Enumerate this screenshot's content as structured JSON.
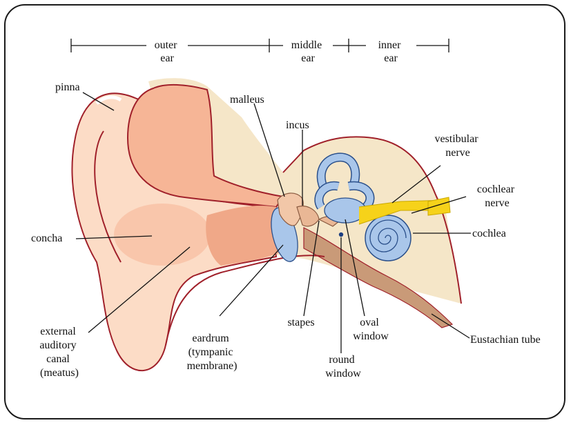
{
  "sections": {
    "outer": [
      "outer",
      "ear"
    ],
    "middle": [
      "middle",
      "ear"
    ],
    "inner": [
      "inner",
      "ear"
    ]
  },
  "labels": {
    "pinna": [
      "pinna"
    ],
    "malleus": [
      "malleus"
    ],
    "incus": [
      "incus"
    ],
    "vestibular_nerve": [
      "vestibular",
      "nerve"
    ],
    "cochlear_nerve": [
      "cochlear",
      "nerve"
    ],
    "cochlea": [
      "cochlea"
    ],
    "concha": [
      "concha"
    ],
    "external_auditory_canal": [
      "external",
      "auditory",
      "canal",
      "(meatus)"
    ],
    "eardrum": [
      "eardrum",
      "(tympanic",
      "membrane)"
    ],
    "stapes": [
      "stapes"
    ],
    "oval_window": [
      "oval",
      "window"
    ],
    "round_window": [
      "round",
      "window"
    ],
    "eustachian_tube": [
      "Eustachian tube"
    ]
  },
  "colors": {
    "skin_light": "#fcdcc6",
    "skin_mid": "#f6b596",
    "rim": "#a0202a",
    "tissue": "#f5e6c8",
    "canal": "#f0a888",
    "bone": "#f2c7a8",
    "inner_ear_blue": "#a9c6ea",
    "inner_ear_outline": "#2a4f8a",
    "nerve_yellow": "#f6d21a",
    "tube_brown": "#c99a78"
  }
}
